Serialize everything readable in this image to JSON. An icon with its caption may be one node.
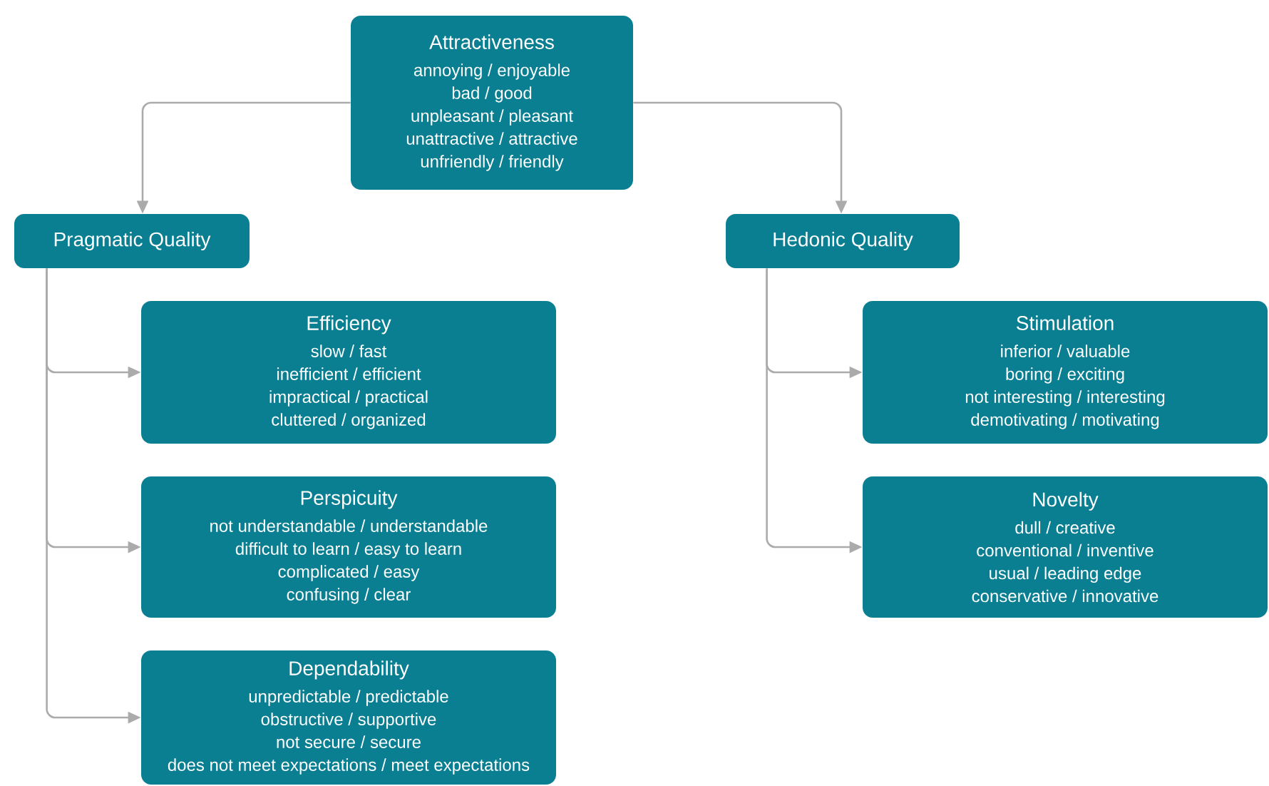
{
  "diagram": {
    "nodes": [
      {
        "text": [
          "Attractiveness",
          "annoying / enjoyable",
          "bad / good",
          "unpleasant / pleasant",
          "unattractive / attractive",
          "unfriendly / friendly"
        ]
      },
      {
        "text": [
          "Pragmatic Quality"
        ]
      },
      {
        "text": [
          "Efficiency",
          "slow / fast",
          "inefficient / efficient",
          "impractical / practical",
          "cluttered / organized"
        ]
      },
      {
        "text": [
          "Perspicuity",
          "not understandable / understandable",
          "difficult to learn / easy to learn",
          "complicated / easy",
          "confusing / clear"
        ]
      },
      {
        "text": [
          "Dependability",
          "unpredictable / predictable",
          "obstructive / supportive",
          "not secure / secure",
          "does not meet expectations / meet expectations"
        ]
      },
      {
        "text": [
          "Hedonic Quality"
        ]
      },
      {
        "text": [
          "Stimulation",
          "inferior / valuable",
          "boring / exciting",
          "not interesting / interesting",
          "demotivating / motivating"
        ]
      },
      {
        "text": [
          "Novelty",
          "dull / creative",
          "conventional / inventive",
          "usual / leading edge",
          "conservative / innovative"
        ]
      }
    ],
    "edges": [
      {
        "from": 0,
        "to": 1,
        "arrow": "to"
      },
      {
        "from": 0,
        "to": 5,
        "arrow": "to"
      },
      {
        "from": 1,
        "to": 2,
        "arrow": "to"
      },
      {
        "from": 1,
        "to": 3,
        "arrow": "to"
      },
      {
        "from": 1,
        "to": 4,
        "arrow": "to"
      },
      {
        "from": 5,
        "to": 6,
        "arrow": "to"
      },
      {
        "from": 5,
        "to": 7,
        "arrow": "to"
      }
    ]
  }
}
